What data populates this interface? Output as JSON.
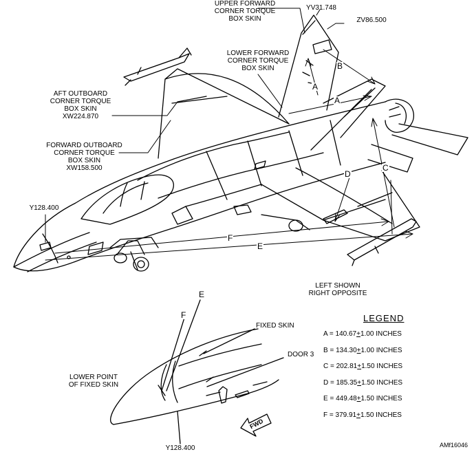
{
  "callouts": {
    "upper_forward": "UPPER FORWARD\nCORNER TORQUE\nBOX SKIN",
    "yv": "YV31.748",
    "zv": "ZV86.500",
    "lower_forward": "LOWER FORWARD\nCORNER TORQUE\nBOX SKIN",
    "aft_outboard": "AFT OUTBOARD\nCORNER TORQUE\nBOX SKIN\nXW224.870",
    "forward_outboard": "FORWARD OUTBOARD\nCORNER TORQUE\nBOX SKIN\nXW158.500",
    "y_top": "Y128.400",
    "left_shown": "LEFT SHOWN\nRIGHT OPPOSITE",
    "fixed_skin": "FIXED SKIN",
    "door3": "DOOR 3",
    "lower_point": "LOWER POINT\nOF FIXED SKIN",
    "y_bottom": "Y128.400",
    "fwd": "FWD",
    "figure_id": "AMf16046"
  },
  "dims": {
    "a1": "A",
    "a2": "A",
    "b": "B",
    "c": "C",
    "d": "D",
    "e": "E",
    "f": "F",
    "e2": "E",
    "f2": "F"
  },
  "legend": {
    "title": "LEGEND",
    "items": [
      {
        "prefix": "A = 140.67",
        "pm": "+",
        "suffix": "1.00 INCHES"
      },
      {
        "prefix": "B = 134.30",
        "pm": "+",
        "suffix": "1.00 INCHES"
      },
      {
        "prefix": "C = 202.81",
        "pm": "+",
        "suffix": "1.50 INCHES"
      },
      {
        "prefix": "D = 185.35",
        "pm": "+",
        "suffix": "1.50 INCHES"
      },
      {
        "prefix": "E = 449.48",
        "pm": "+",
        "suffix": "1.50 INCHES"
      },
      {
        "prefix": "F = 379.91",
        "pm": "+",
        "suffix": "1.50 INCHES"
      }
    ]
  }
}
